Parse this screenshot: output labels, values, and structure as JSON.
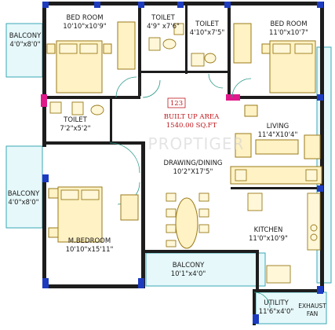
{
  "rooms": {
    "bed_room": {
      "name": "BED ROOM",
      "size": "10'10\"x10'9\""
    },
    "toilet_1": {
      "name": "TOILET",
      "size": "4'9\" x7'6\""
    },
    "toilet_2": {
      "name": "TOILET",
      "size": "4'10\"x7'5\""
    },
    "bed_room_2": {
      "name": "BED ROOM",
      "size": "11'0\"x10'7\""
    },
    "balcony_1": {
      "name": "BALCONY",
      "size": "4'0\"x8'0\""
    },
    "toilet_3": {
      "name": "TOILET",
      "size": "7'2\"x5'2\""
    },
    "living": {
      "name": "LIVING",
      "size": "11'4\"X10'4\""
    },
    "drawing_dining": {
      "name": "DRAWING/DINING",
      "size": "10'2\"X17'5\""
    },
    "balcony_2": {
      "name": "BALCONY",
      "size": "4'0\"x8'0\""
    },
    "kitchen": {
      "name": "KITCHEN",
      "size": "11'0\"x10'9\""
    },
    "master_bedroom": {
      "name": "M.BEDROOM",
      "size": "10'10\"x15'11\""
    },
    "balcony_3": {
      "name": "BALCONY",
      "size": "10'1\"x4'0\""
    },
    "utility": {
      "name": "UTILITY",
      "size": "11'6\"x4'0\""
    }
  },
  "area": {
    "unit_number": "123",
    "label": "BUILT UP AREA",
    "value": "1540.00 SQ.FT"
  },
  "exhaust_fan": {
    "line1": "EXHAUST",
    "line2": "FAN"
  },
  "watermark": "PROPTIGER",
  "colors": {
    "wall": "#1d1d1d",
    "window": "#1d3bbf",
    "door_opening": "#e0198a",
    "area_text": "#c0161b",
    "furniture": "#fff2c4",
    "balcony_fill": "#e6f8fa"
  }
}
